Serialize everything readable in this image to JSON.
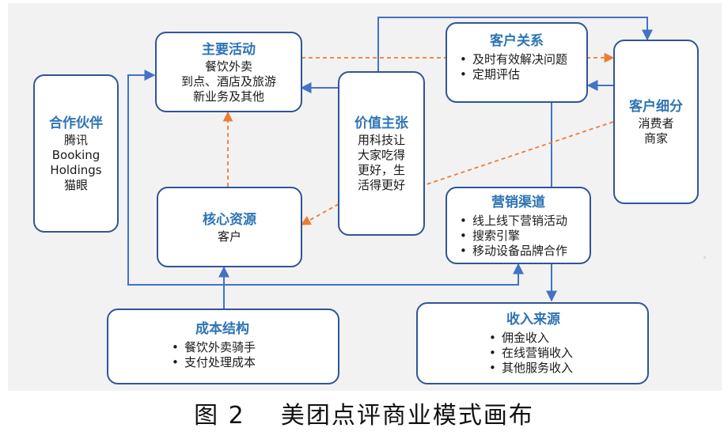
{
  "boxes": {
    "activities": {
      "title": "主要活动",
      "lines": [
        "餐饮外卖",
        "到点、酒店及旅游",
        "新业务及其他"
      ]
    },
    "partners": {
      "title": "合作伙伴",
      "lines": [
        "腾讯",
        "Booking",
        "Holdings",
        "猫眼"
      ]
    },
    "value": {
      "title": "价值主张",
      "lines": [
        "用科技让",
        "大家吃得",
        "更好，生",
        "活得更好"
      ]
    },
    "relations": {
      "title": "客户关系",
      "items": [
        "及时有效解决问题",
        "定期评估"
      ]
    },
    "segments": {
      "title": "客户细分",
      "lines": [
        "消费者",
        "商家"
      ]
    },
    "resources": {
      "title": "核心资源",
      "lines": [
        "客户"
      ]
    },
    "channels": {
      "title": "营销渠道",
      "items": [
        "线上线下营销活动",
        "搜索引擎",
        "移动设备品牌合作"
      ]
    },
    "costs": {
      "title": "成本结构",
      "items": [
        "餐饮外卖骑手",
        "支付处理成本"
      ]
    },
    "revenue": {
      "title": "收入来源",
      "items": [
        "佣金收入",
        "在线营销收入",
        "其他服务收入"
      ]
    }
  },
  "caption": {
    "figure": "图 2",
    "text": "美团点评商业模式画布"
  },
  "colors": {
    "border": "#2f5597",
    "title": "#2e74b5",
    "solid_line": "#4472c4",
    "dashed_line": "#ed7d31",
    "panel": "#f2f2f2"
  }
}
